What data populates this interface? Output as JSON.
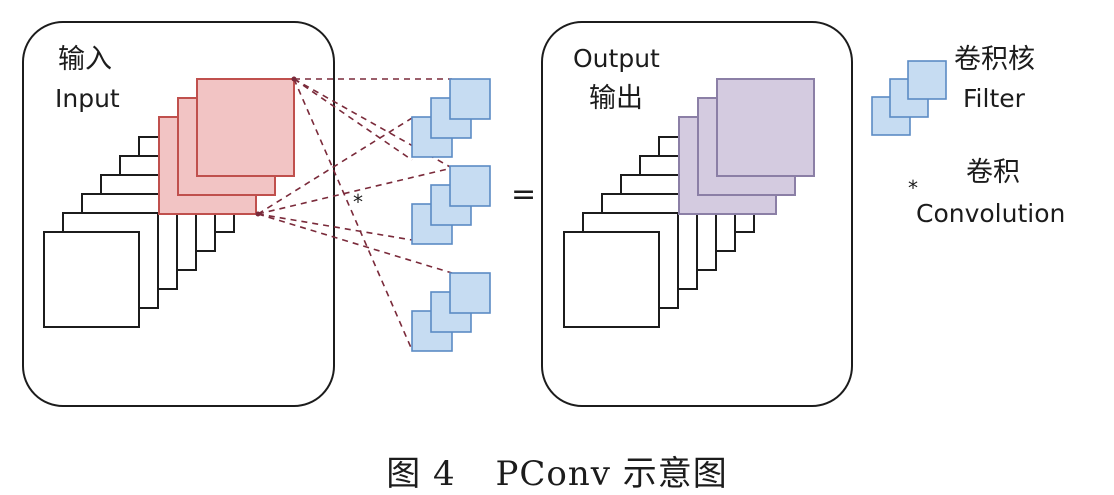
{
  "input": {
    "label_zh": "输入",
    "label_en": "Input"
  },
  "output": {
    "label_en": "Output",
    "label_zh": "输出"
  },
  "operator_star": "*",
  "operator_equals": "=",
  "legend": {
    "filter_zh": "卷积核",
    "filter_en": "Filter",
    "conv_star": "*",
    "conv_zh": "卷积",
    "conv_en": "Convolution"
  },
  "caption": {
    "figure": "图 4",
    "title": "PConv 示意图"
  },
  "colors": {
    "partial_input": "#f2c4c4",
    "partial_input_border": "#c0504d",
    "filter_fill": "#c6dcf2",
    "filter_border": "#5b8bc4",
    "output_partial": "#d4cbe0",
    "output_partial_border": "#8b7fa6",
    "dashed_line": "#7a2a3a"
  }
}
